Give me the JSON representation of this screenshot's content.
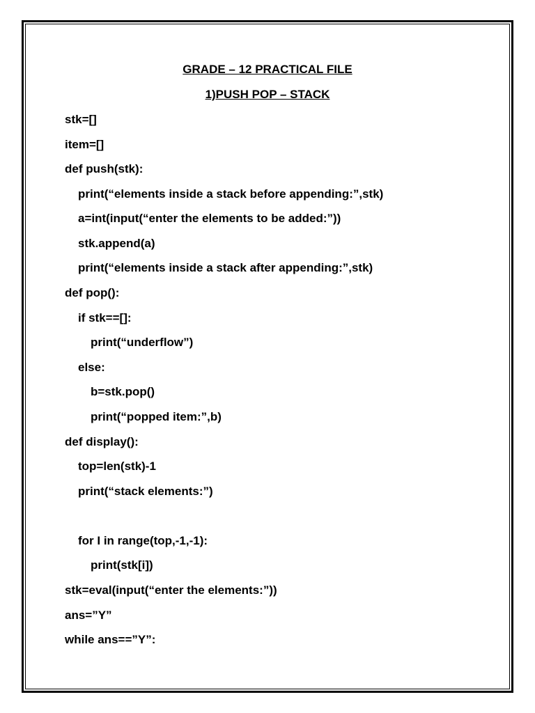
{
  "document": {
    "title": "GRADE – 12 PRACTICAL FILE",
    "subtitle": "1)PUSH POP – STACK",
    "code_lines": [
      "stk=[]",
      "item=[]",
      "def push(stk):",
      "print(“elements inside a stack before appending:”,stk)",
      "a=int(input(“enter the elements to be added:”))",
      "stk.append(a)",
      "print(“elements inside a stack after appending:”,stk)",
      "def pop():",
      "if stk==[]:",
      "print(“underflow”)",
      "else:",
      "b=stk.pop()",
      "print(“popped item:”,b)",
      "def display():",
      "top=len(stk)-1",
      "print(“stack elements:”)",
      "for I in range(top,-1,-1):",
      "print(stk[i])",
      "stk=eval(input(“enter the elements:”))",
      "ans=”Y”",
      "while ans==”Y”:"
    ]
  }
}
